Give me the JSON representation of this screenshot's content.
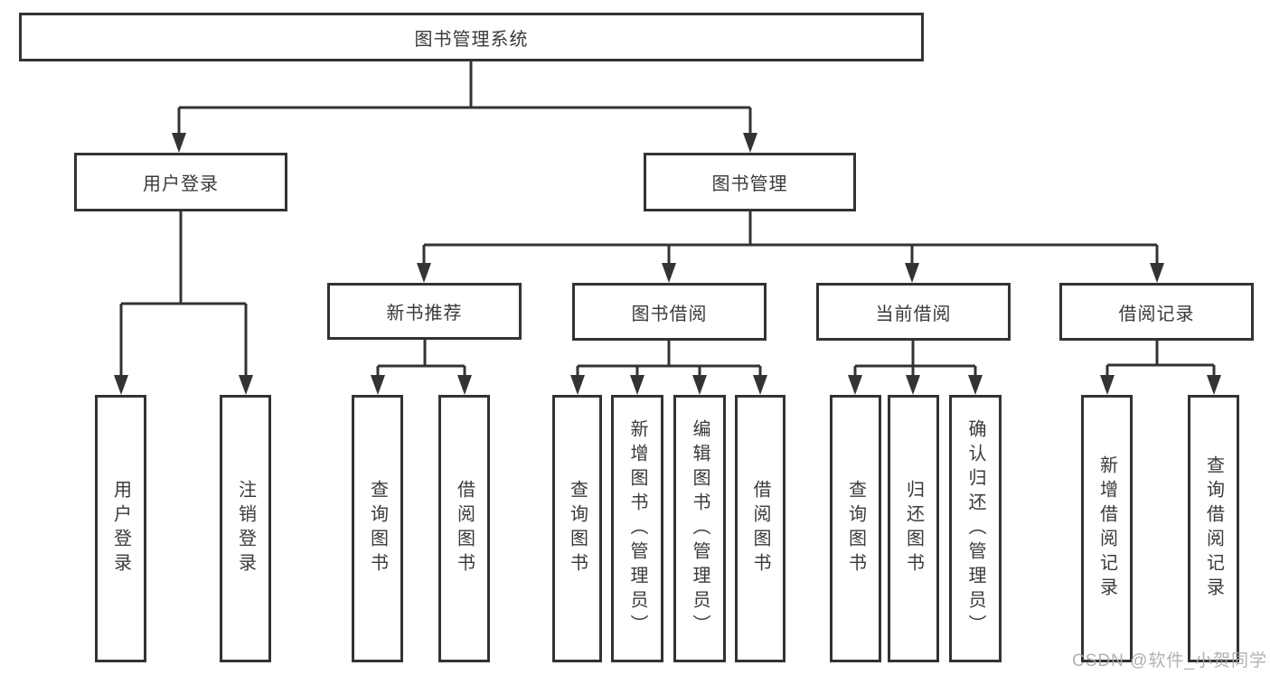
{
  "tree": {
    "root": {
      "label": "图书管理系统"
    },
    "branches": [
      {
        "label": "用户登录",
        "leaves": [
          {
            "label": "用户登录"
          },
          {
            "label": "注销登录"
          }
        ]
      },
      {
        "label": "图书管理",
        "sections": [
          {
            "label": "新书推荐",
            "leaves": [
              {
                "label": "查询图书"
              },
              {
                "label": "借阅图书"
              }
            ]
          },
          {
            "label": "图书借阅",
            "leaves": [
              {
                "label": "查询图书"
              },
              {
                "label": "新增图书（管理员）"
              },
              {
                "label": "编辑图书（管理员）"
              },
              {
                "label": "借阅图书"
              }
            ]
          },
          {
            "label": "当前借阅",
            "leaves": [
              {
                "label": "查询图书"
              },
              {
                "label": "归还图书"
              },
              {
                "label": "确认归还（管理员）"
              }
            ]
          },
          {
            "label": "借阅记录",
            "leaves": [
              {
                "label": "新增借阅记录"
              },
              {
                "label": "查询借阅记录"
              }
            ]
          }
        ]
      }
    ]
  },
  "watermark": "CSDN @软件_小贺同学",
  "colors": {
    "line": "#333333",
    "text": "#3a3a3a",
    "watermark": "#a9a9a9"
  }
}
